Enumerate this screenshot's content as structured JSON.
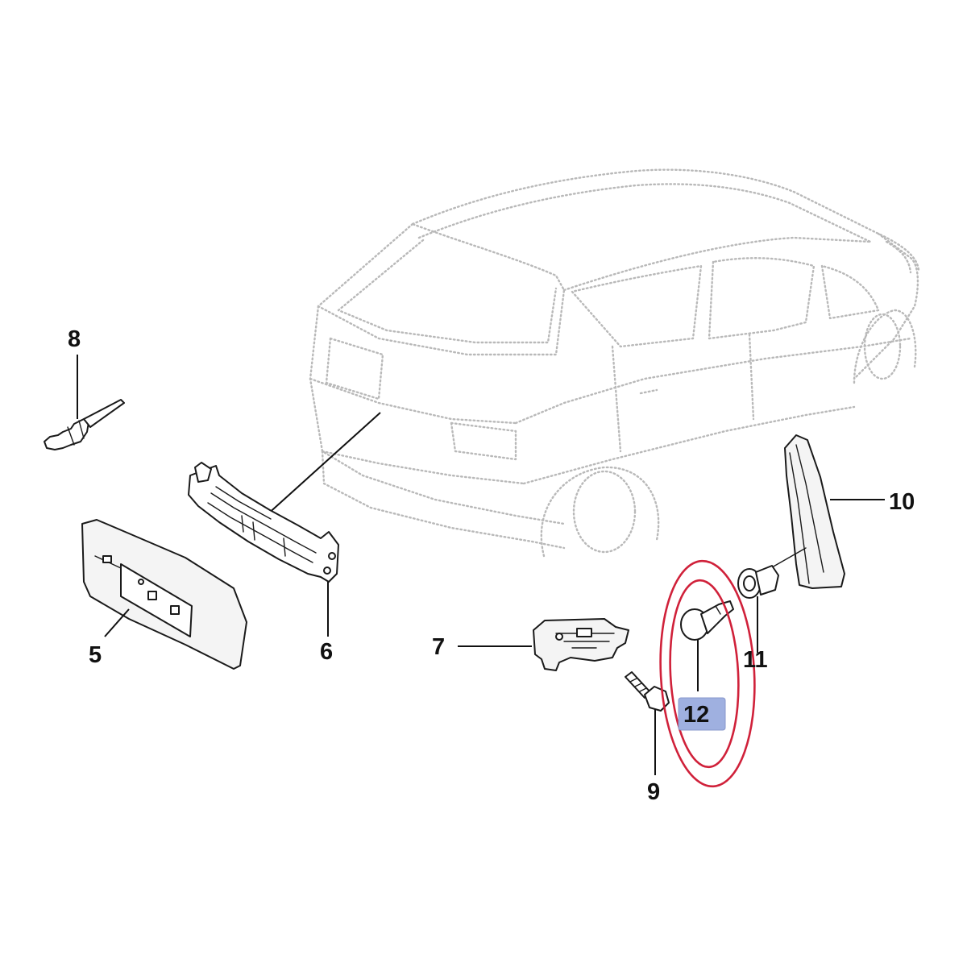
{
  "callouts": {
    "c5": "5",
    "c6": "6",
    "c7": "7",
    "c8": "8",
    "c9": "9",
    "c10": "10",
    "c11": "11",
    "c12": "12"
  },
  "highlight": {
    "target_callout": "12",
    "ring_color": "#d0213a",
    "badge_color": "#9fb0e0"
  },
  "icons": {
    "car": "hatchback-car-outline-icon",
    "part5": "license-plate-bracket-icon",
    "part6": "grille-bracket-icon",
    "part7": "mounting-clip-icon",
    "part8": "push-rivet-icon",
    "part9": "screw-icon",
    "part10": "side-molding-strip-icon",
    "part11": "grommet-icon",
    "part12": "push-pin-icon"
  }
}
